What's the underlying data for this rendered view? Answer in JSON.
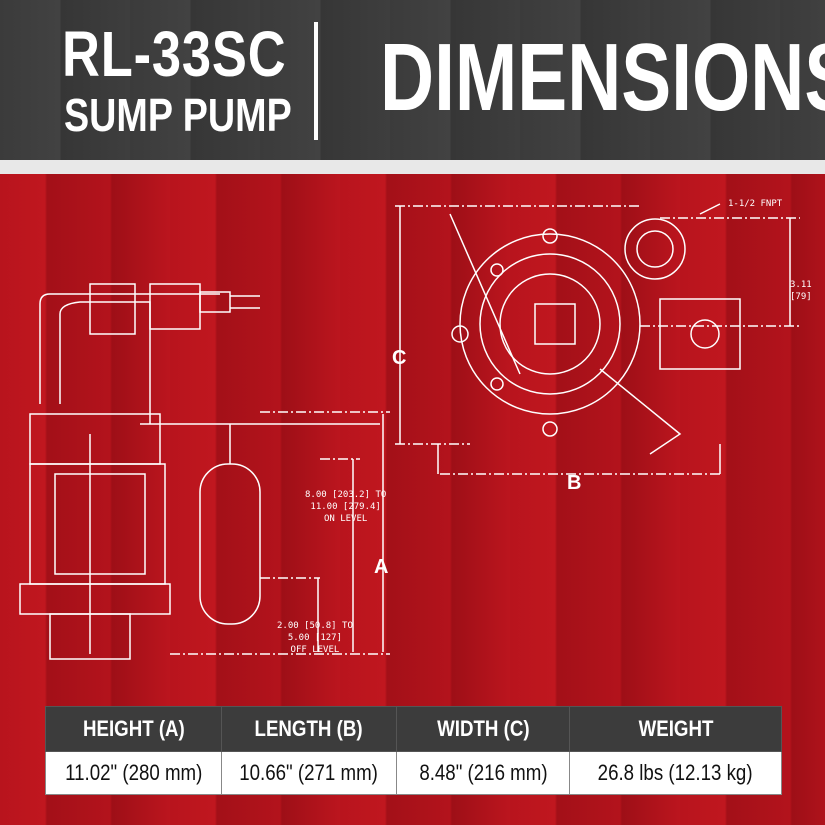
{
  "header": {
    "model": "RL-33SC",
    "product": "SUMP PUMP",
    "title": "DIMENSIONS"
  },
  "drawing": {
    "pipe_label": "1-1/2 FNPT",
    "offset_label": "3.11\n[79]",
    "on_level": "8.00 [203.2] TO\n11.00 [279.4]\nON LEVEL",
    "off_level": "2.00 [50.8] TO\n5.00 [127]\nOFF LEVEL",
    "dim_a": "A",
    "dim_b": "B",
    "dim_c": "C"
  },
  "table": {
    "headers": [
      "HEIGHT (A)",
      "LENGTH (B)",
      "WIDTH (C)",
      "WEIGHT"
    ],
    "values": [
      "11.02\" (280 mm)",
      "10.66\" (271 mm)",
      "8.48\" (216 mm)",
      "26.8 lbs (12.13 kg)"
    ]
  },
  "colors": {
    "red": "#b5141c",
    "dark": "#3c3c3c"
  }
}
